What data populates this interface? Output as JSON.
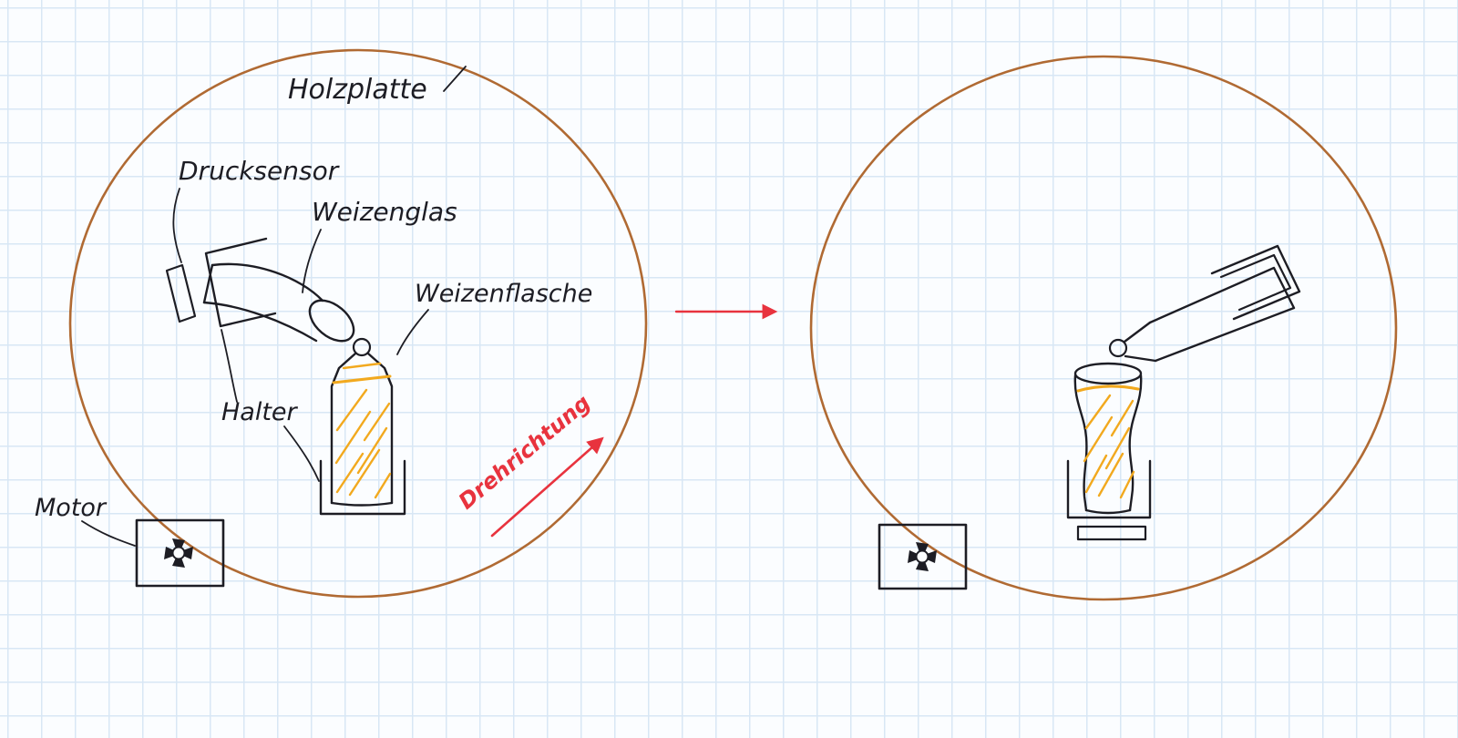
{
  "diagram": {
    "type": "hand-drawn-sketch",
    "subject": "rotating wooden plate beer-pouring mechanism, before and after rotation",
    "labels": {
      "holzplatte": "Holzplatte",
      "drucksensor": "Drucksensor",
      "weizenglas": "Weizenglas",
      "weizenflasche": "Weizenflasche",
      "halter": "Halter",
      "motor": "Motor",
      "drehrichtung": "Drehrichtung"
    },
    "colors": {
      "paper": "#fbfdff",
      "grid": "#d8e7f5",
      "ink": "#1d1d24",
      "plate_outline": "#b06a33",
      "accent_red": "#e8333e",
      "beer_yellow": "#f2a91e"
    }
  }
}
